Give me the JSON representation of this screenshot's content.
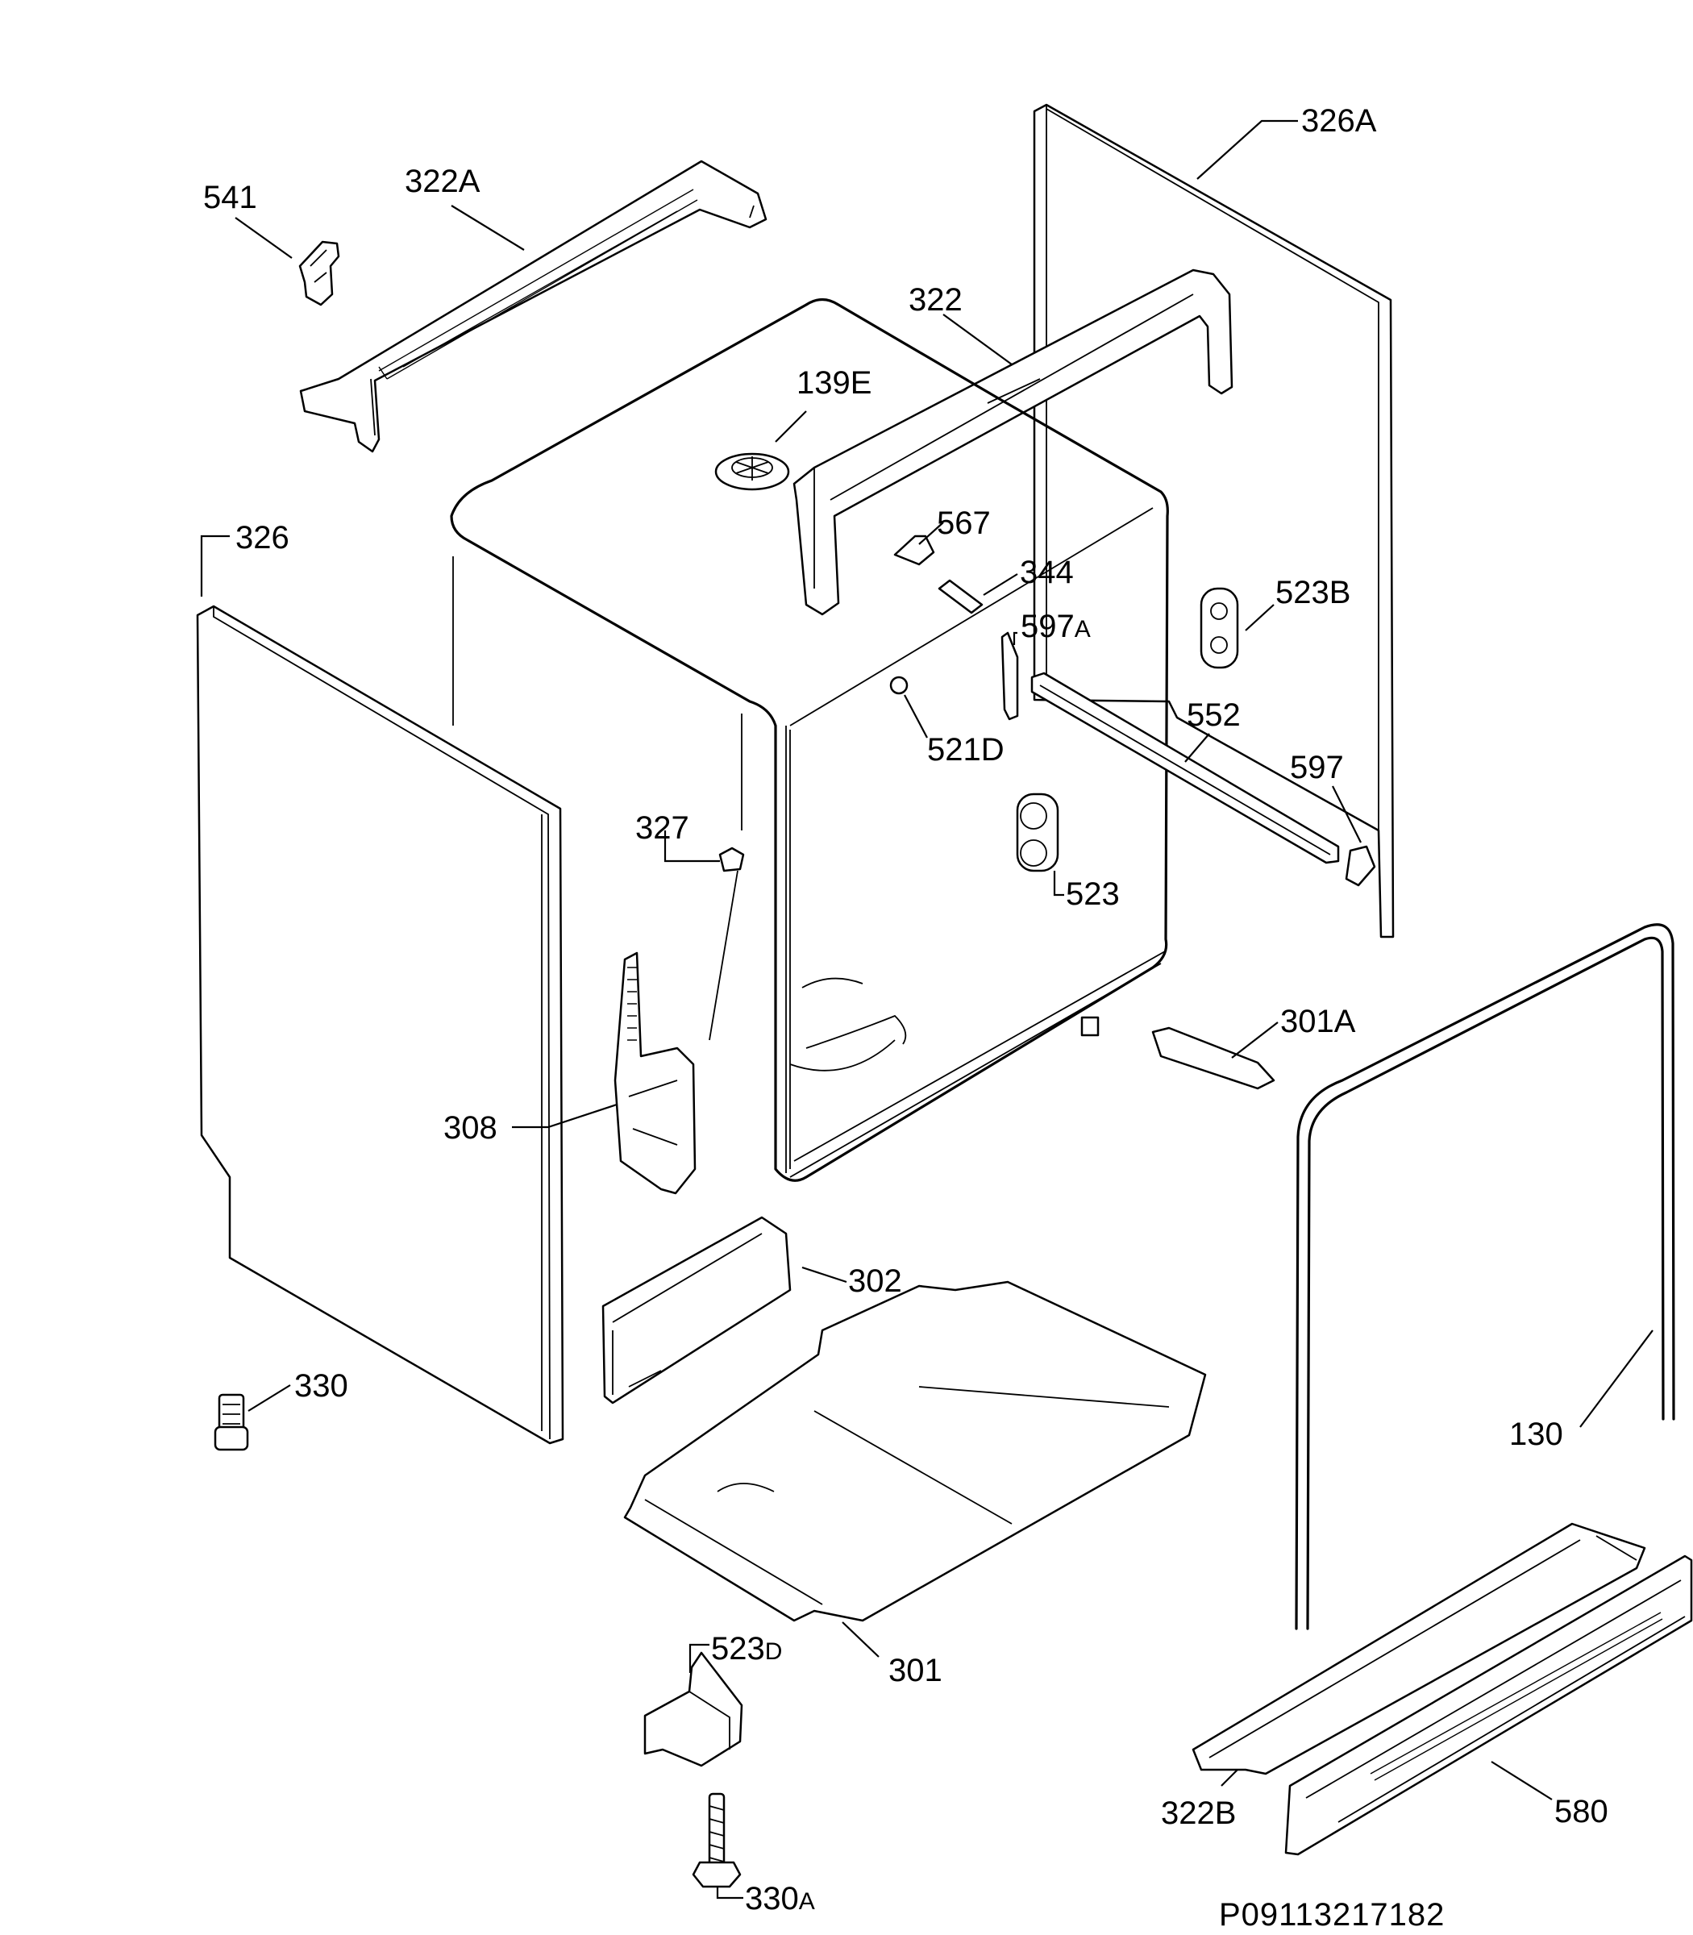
{
  "diagram": {
    "document_code": "P09113217182",
    "labels": [
      {
        "id": "541",
        "main": "541",
        "suffix": ""
      },
      {
        "id": "322A",
        "main": "322A",
        "suffix": ""
      },
      {
        "id": "326A",
        "main": "326A",
        "suffix": ""
      },
      {
        "id": "322",
        "main": "322",
        "suffix": ""
      },
      {
        "id": "139E",
        "main": "139E",
        "suffix": ""
      },
      {
        "id": "326",
        "main": "326",
        "suffix": ""
      },
      {
        "id": "567",
        "main": "567",
        "suffix": ""
      },
      {
        "id": "344",
        "main": "344",
        "suffix": ""
      },
      {
        "id": "523B",
        "main": "523B",
        "suffix": ""
      },
      {
        "id": "597A",
        "main": "597",
        "suffix": "A"
      },
      {
        "id": "552",
        "main": "552",
        "suffix": ""
      },
      {
        "id": "521D",
        "main": "521D",
        "suffix": ""
      },
      {
        "id": "597",
        "main": "597",
        "suffix": ""
      },
      {
        "id": "327",
        "main": "327",
        "suffix": ""
      },
      {
        "id": "523",
        "main": "523",
        "suffix": ""
      },
      {
        "id": "301A",
        "main": "301A",
        "suffix": ""
      },
      {
        "id": "308",
        "main": "308",
        "suffix": ""
      },
      {
        "id": "302",
        "main": "302",
        "suffix": ""
      },
      {
        "id": "330",
        "main": "330",
        "suffix": ""
      },
      {
        "id": "130",
        "main": "130",
        "suffix": ""
      },
      {
        "id": "523D",
        "main": "523",
        "suffix": "D"
      },
      {
        "id": "301",
        "main": "301",
        "suffix": ""
      },
      {
        "id": "322B",
        "main": "322B",
        "suffix": ""
      },
      {
        "id": "580",
        "main": "580",
        "suffix": ""
      },
      {
        "id": "330A",
        "main": "330",
        "suffix": "A"
      }
    ]
  }
}
